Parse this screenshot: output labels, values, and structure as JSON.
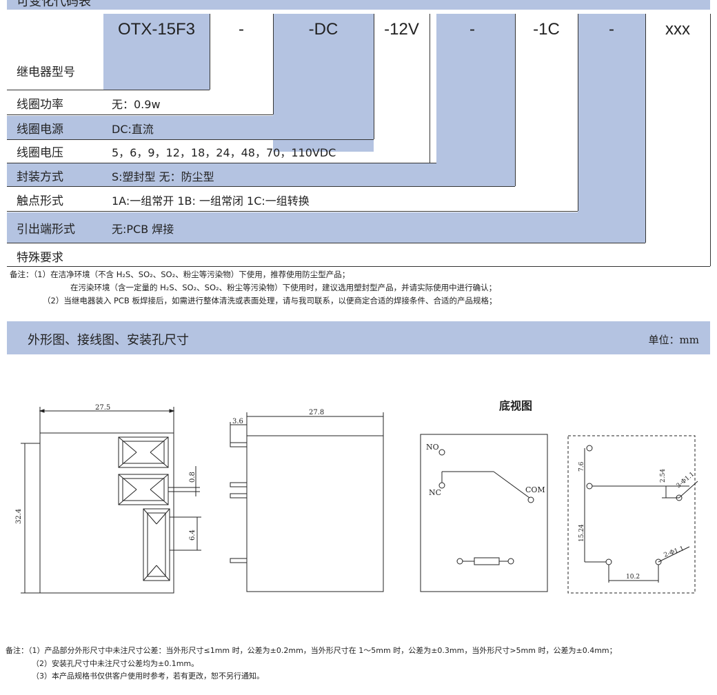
{
  "header": {
    "title": "可变化代码表"
  },
  "codes": [
    "OTX-15F3",
    "-",
    "-DC",
    "-12V",
    "-",
    "-1C",
    "-",
    "xxx"
  ],
  "rows": [
    {
      "label": "继电器型号",
      "value": ""
    },
    {
      "label": "线圈功率",
      "value": "无：0.9w"
    },
    {
      "label": "线圈电源",
      "value": "DC:直流"
    },
    {
      "label": "线圈电压",
      "value": "5，6，9，12，18，24，48，70，110VDC"
    },
    {
      "label": "封装方式",
      "value": "S:塑封型   无：防尘型"
    },
    {
      "label": "触点形式",
      "value": "1A:一组常开  1B: 一组常闭  1C:一组转换"
    },
    {
      "label": "引出端形式",
      "value": "无:PCB 焊接"
    },
    {
      "label": "特殊要求",
      "value": ""
    }
  ],
  "notes1": [
    "备注：（1）在洁净环境（不含 H₂S、SO₂、SO₂、粉尘等污染物）下使用，推荐使用防尘型产品；",
    "在污染环境（含一定量的 H₂S、SO₂、SO₂、粉尘等污染物）下使用时，建议选用塑封型产品，并请实际使用中进行确认；",
    "（2）当继电器装入 PCB 板焊接后，如需进行整体清洗或表面处理，请与我司联系，以便商定合适的焊接条件、合适的产品规格；"
  ],
  "section2": {
    "title": "外形图、接线图、安装孔尺寸",
    "unit": "单位：mm"
  },
  "drawing": {
    "bottom_view_title": "底视图",
    "dims": {
      "width_a": "27.5",
      "height_a": "32.4",
      "pin_gap": "0.8",
      "pin_len": "6.4",
      "side_t": "3.6",
      "side_w": "27.8",
      "h1": "7.6",
      "h2": "2.54",
      "h3": "15.24",
      "h4": "10.2",
      "hole1": "3-Φ1.1",
      "hole2": "2-Φ1.1"
    },
    "pins": {
      "no": "NO",
      "nc": "NC",
      "com": "COM"
    }
  },
  "notes2": [
    "备注：（1）产品部分外形尺寸中未注尺寸公差：当外形尺寸≤1mm 时，公差为±0.2mm，当外形尺寸在 1～5mm 时，公差为±0.3mm，当外形尺寸>5mm 时，公差为±0.4mm；",
    "（2）安装孔尺寸中未注尺寸公差均为±0.1mm。",
    "（3）本产品规格书仅供客户使用时参考，若有更改，恕不另行通知。"
  ]
}
